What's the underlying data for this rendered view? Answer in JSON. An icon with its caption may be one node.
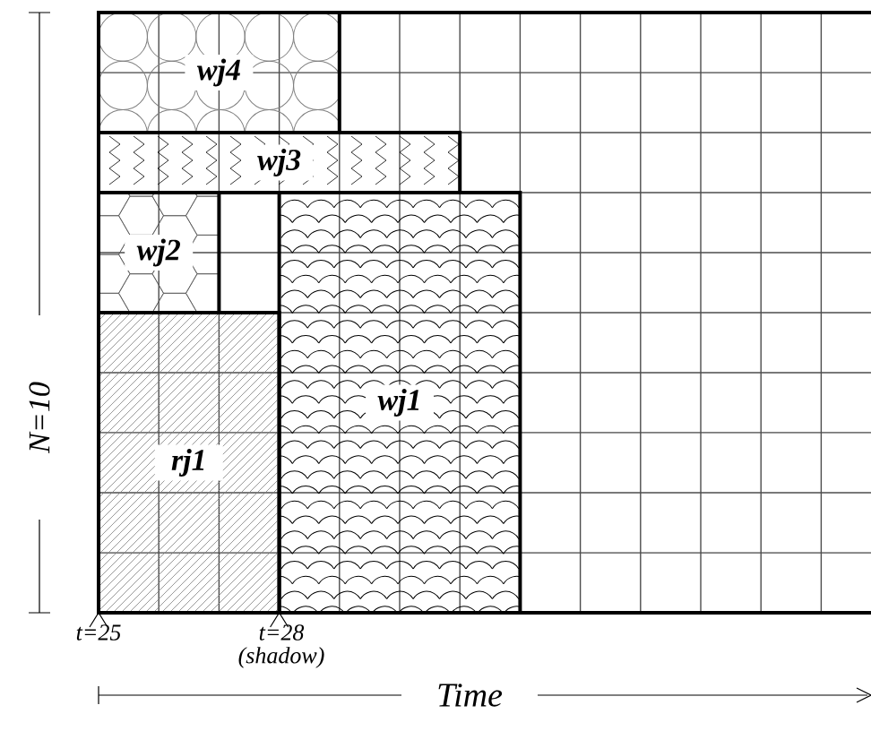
{
  "diagram": {
    "nodes": [
      {
        "text": [
          "wj4"
        ]
      },
      {
        "text": [
          "wj3"
        ]
      },
      {
        "text": [
          "wj2"
        ]
      },
      {
        "text": [
          "wj1"
        ]
      },
      {
        "text": [
          "rj1"
        ]
      }
    ],
    "labels": [
      "N=10",
      "t=25",
      "t=28",
      "(shadow)",
      "Time"
    ]
  }
}
